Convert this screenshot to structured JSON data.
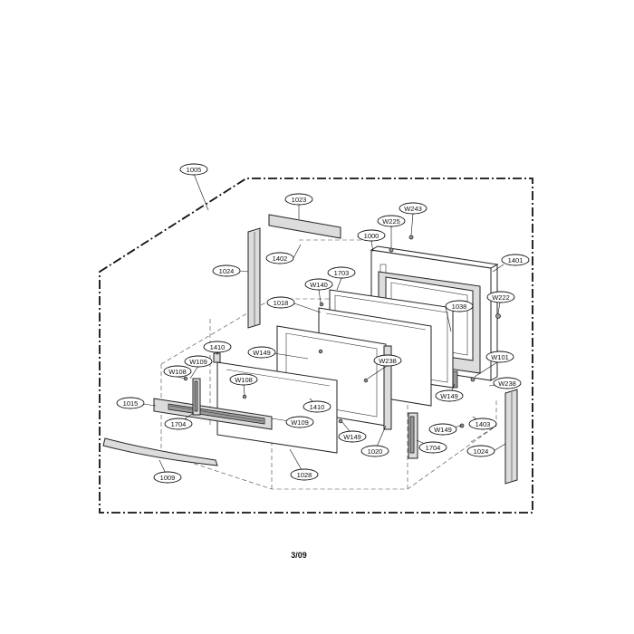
{
  "page_number": "3/09",
  "callouts": [
    {
      "id": "c1005",
      "label": "1005"
    },
    {
      "id": "c1023",
      "label": "1023"
    },
    {
      "id": "cW243",
      "label": "W243"
    },
    {
      "id": "cW225",
      "label": "W225"
    },
    {
      "id": "c1000",
      "label": "1000"
    },
    {
      "id": "c1401",
      "label": "1401"
    },
    {
      "id": "c1024a",
      "label": "1024"
    },
    {
      "id": "c1402",
      "label": "1402"
    },
    {
      "id": "c1703",
      "label": "1703"
    },
    {
      "id": "cW140",
      "label": "W140"
    },
    {
      "id": "cW222",
      "label": "W222"
    },
    {
      "id": "c1018",
      "label": "1018"
    },
    {
      "id": "c1038",
      "label": "1038"
    },
    {
      "id": "c1410a",
      "label": "1410"
    },
    {
      "id": "cW149a",
      "label": "W149"
    },
    {
      "id": "cW109",
      "label": "W109"
    },
    {
      "id": "cW238a",
      "label": "W238"
    },
    {
      "id": "cW101",
      "label": "W101"
    },
    {
      "id": "cW108a",
      "label": "W108"
    },
    {
      "id": "cW108b",
      "label": "W108"
    },
    {
      "id": "cW149b",
      "label": "W149"
    },
    {
      "id": "cW238b",
      "label": "W238"
    },
    {
      "id": "c1015",
      "label": "1015"
    },
    {
      "id": "c1410b",
      "label": "1410"
    },
    {
      "id": "c1704a",
      "label": "1704"
    },
    {
      "id": "cW109b",
      "label": "W109"
    },
    {
      "id": "c1403",
      "label": "1403"
    },
    {
      "id": "cW149c",
      "label": "W149"
    },
    {
      "id": "cW149d",
      "label": "W149"
    },
    {
      "id": "c1704b",
      "label": "1704"
    },
    {
      "id": "c1020",
      "label": "1020"
    },
    {
      "id": "c1024b",
      "label": "1024"
    },
    {
      "id": "c1009",
      "label": "1009"
    },
    {
      "id": "c1028",
      "label": "1028"
    }
  ]
}
